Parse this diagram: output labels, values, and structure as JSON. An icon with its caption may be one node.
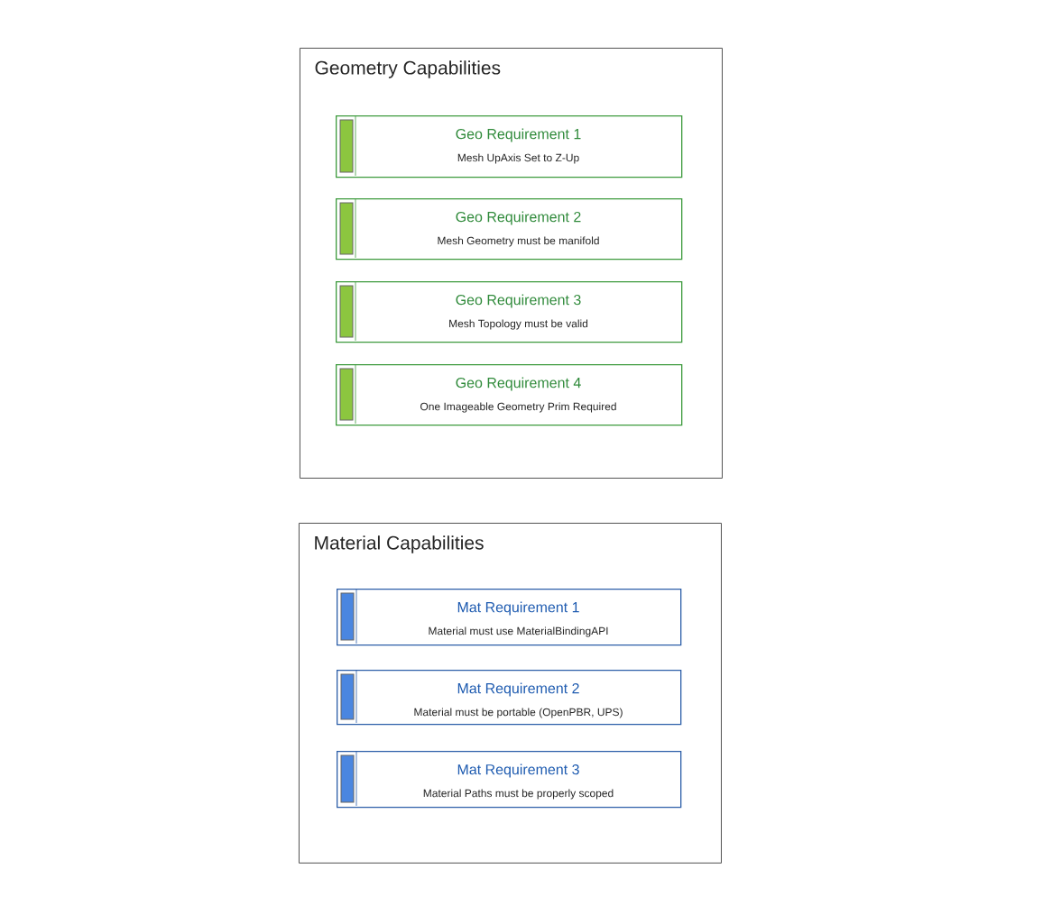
{
  "diagram": {
    "nodes": [
      {
        "text": [
          "Geometry Capabilities"
        ]
      },
      {
        "text": [
          "Geo Requirement 1",
          "Mesh UpAxis Set to Z-Up"
        ],
        "in": 0
      },
      {
        "text": [
          "Geo Requirement 2",
          "Mesh Geometry must be manifold"
        ],
        "in": 0
      },
      {
        "text": [
          "Geo Requirement 3",
          "Mesh Topology must be valid"
        ],
        "in": 0
      },
      {
        "text": [
          "Geo Requirement 4",
          "One Imageable Geometry Prim Required"
        ],
        "in": 0
      },
      {
        "text": [
          "Material Capabilities"
        ]
      },
      {
        "text": [
          "Mat Requirement 1",
          "Material must use MaterialBindingAPI"
        ],
        "in": 5
      },
      {
        "text": [
          "Mat Requirement 2",
          "Material must be portable (OpenPBR, UPS)"
        ],
        "in": 5
      },
      {
        "text": [
          "Mat Requirement 3",
          "Material Paths must be properly scoped"
        ],
        "in": 5
      }
    ]
  }
}
